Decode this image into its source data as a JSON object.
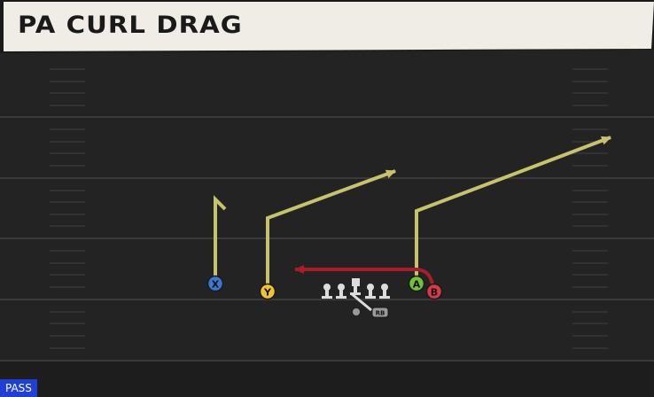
{
  "play": {
    "name": "PA CURL  DRAG",
    "type": "PASS"
  },
  "players": [
    {
      "id": "X",
      "role": "receiver",
      "button_color": "#3a78d4",
      "route": "curl"
    },
    {
      "id": "Y",
      "role": "receiver",
      "button_color": "#f2c32c",
      "route": "corner"
    },
    {
      "id": "A",
      "role": "receiver",
      "button_color": "#73c235",
      "route": "corner"
    },
    {
      "id": "B",
      "role": "receiver",
      "button_color": "#d83a48",
      "route": "drag"
    },
    {
      "id": "RB",
      "role": "running-back",
      "button_color": "#9a9a9a",
      "route": "none"
    }
  ],
  "colors": {
    "field": "#232323",
    "yard_line": "#3a3a3a",
    "primary_route": "#c6c36a",
    "read_route": "#a81d2a",
    "title_bar": "#efede6",
    "badge": "#1f3fd6"
  }
}
